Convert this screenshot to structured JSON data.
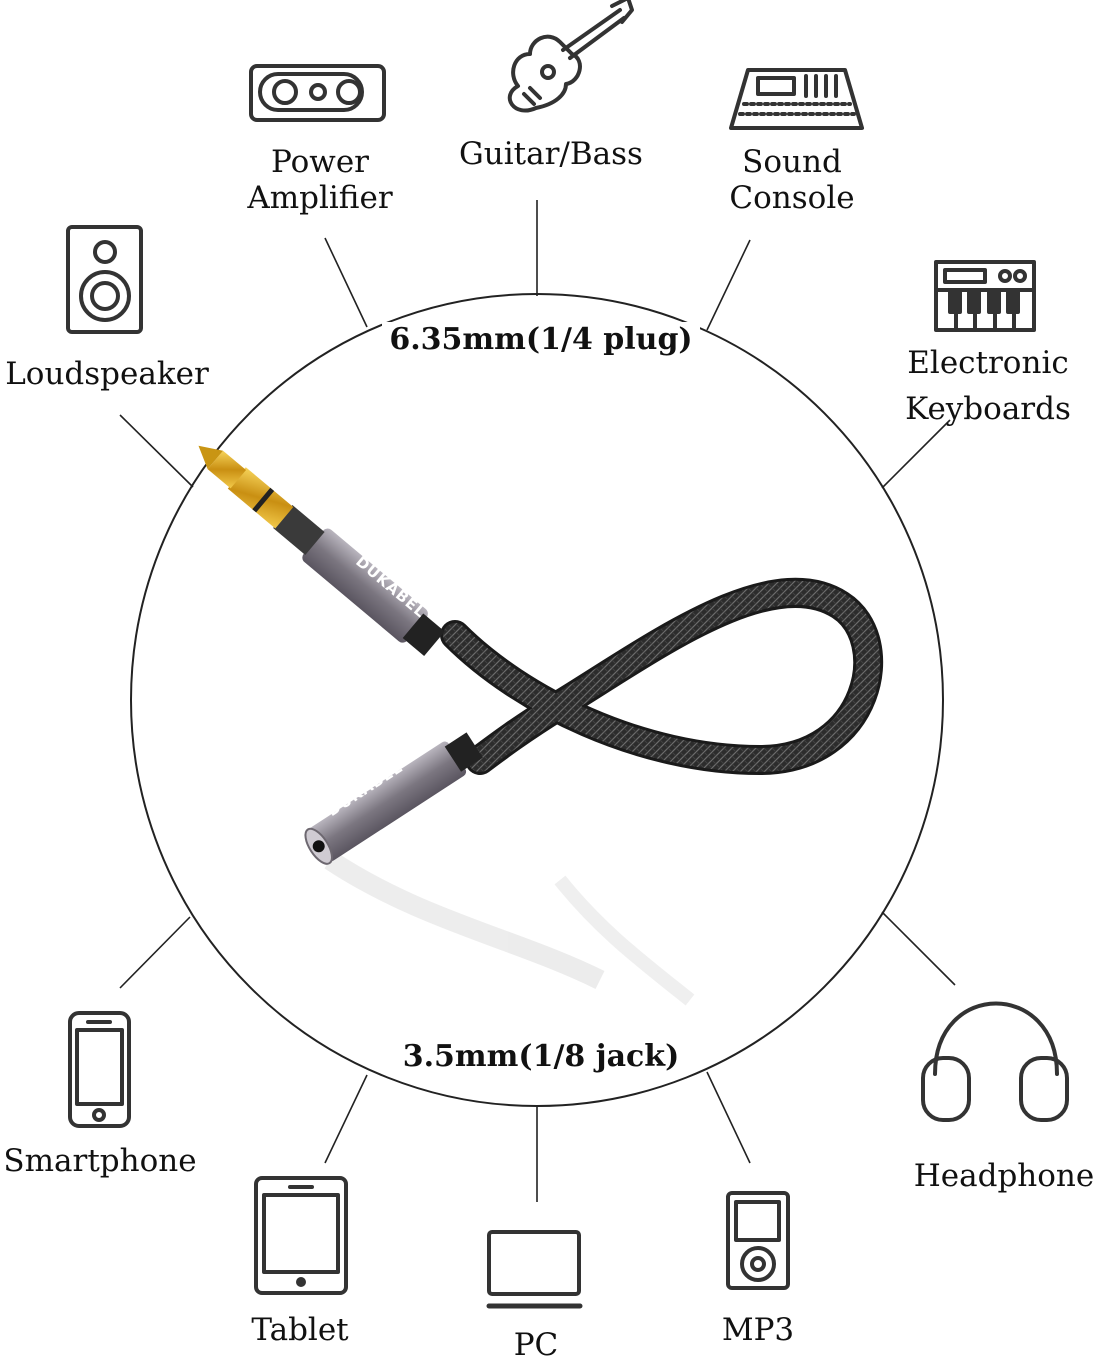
{
  "top_label": "6.35mm(1/4 plug)",
  "bottom_label": "3.5mm(1/8 jack)",
  "brand": "DUKABEL",
  "devices_top": [
    {
      "name": "Power",
      "name2": "Amplifier",
      "icon": "power-amplifier-icon"
    },
    {
      "name": "Guitar/Bass",
      "icon": "guitar-icon"
    },
    {
      "name": "Sound",
      "name2": "Console",
      "icon": "sound-console-icon"
    },
    {
      "name": "Loudspeaker",
      "icon": "loudspeaker-icon"
    },
    {
      "name": "Electronic",
      "name2": "Keyboards",
      "icon": "keyboard-icon"
    }
  ],
  "devices_bottom": [
    {
      "name": "Smartphone",
      "icon": "smartphone-icon"
    },
    {
      "name": "Tablet",
      "icon": "tablet-icon"
    },
    {
      "name": "PC",
      "icon": "pc-icon"
    },
    {
      "name": "MP3",
      "icon": "mp3-icon"
    },
    {
      "name": "Headphone",
      "icon": "headphone-icon"
    }
  ],
  "colors": {
    "line": "#222222",
    "icon": "#333333",
    "gold": "#d9a520",
    "metal": "#8e8a94",
    "cable": "#2b2b2b"
  }
}
